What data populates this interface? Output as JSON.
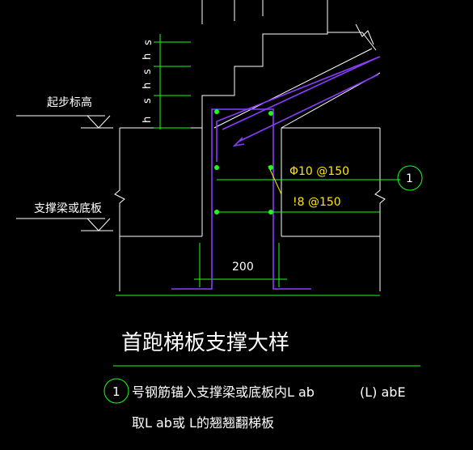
{
  "labels": {
    "start_elevation": "起步标高",
    "support_beam": "支撑梁或底板",
    "riser_h": "h",
    "riser_s": "s",
    "dimension_200": "200",
    "rebar_1": "Φ10 @150",
    "rebar_2": "!8 @150",
    "callout_number": "1"
  },
  "title": "首跑梯板支撑大样",
  "note": {
    "number": "1",
    "line1_a": "号钢筋锚入支撑梁或底板内L ab",
    "line1_b": "(L) abE",
    "line2": "取L ab或  L的翘翘翻梯板"
  },
  "colors": {
    "background": "#000000",
    "linework": "#ffffff",
    "rebar": "#8a3dff",
    "dimension": "#1aff1a",
    "annotation": "#ffe600"
  }
}
